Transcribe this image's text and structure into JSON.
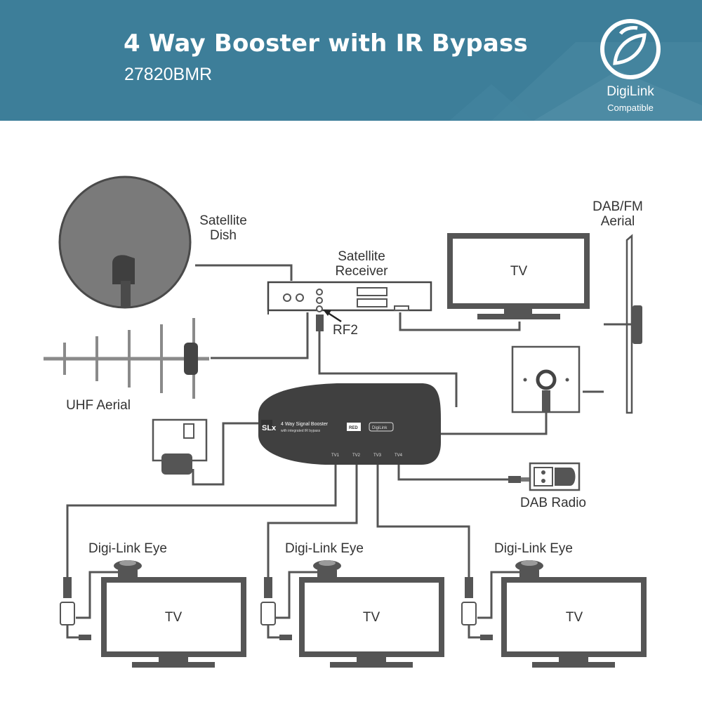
{
  "header": {
    "title": "4 Way Booster with IR Bypass",
    "model": "27820BMR",
    "badge_name": "DigiLink",
    "badge_sub": "Compatible",
    "background": "#3d7e99"
  },
  "diagram": {
    "satellite_dish_label": [
      "Satellite",
      "Dish"
    ],
    "satellite_receiver_label": [
      "Satellite",
      "Receiver"
    ],
    "rf2_label": "RF2",
    "uhf_aerial_label": "UHF Aerial",
    "dab_fm_aerial_label": [
      "DAB/FM",
      "Aerial"
    ],
    "dab_radio_label": "DAB Radio",
    "tv_label": "TV",
    "digi_link_eye_label": "Digi-Link Eye",
    "booster": {
      "brand": "SLx",
      "name": "4 Way Signal Booster",
      "sub": "with integrated IR bypass",
      "badge_red": "RED",
      "badge_digilink": "DigiLink",
      "ports": [
        "TV1",
        "TV2",
        "TV3",
        "TV4"
      ]
    }
  }
}
